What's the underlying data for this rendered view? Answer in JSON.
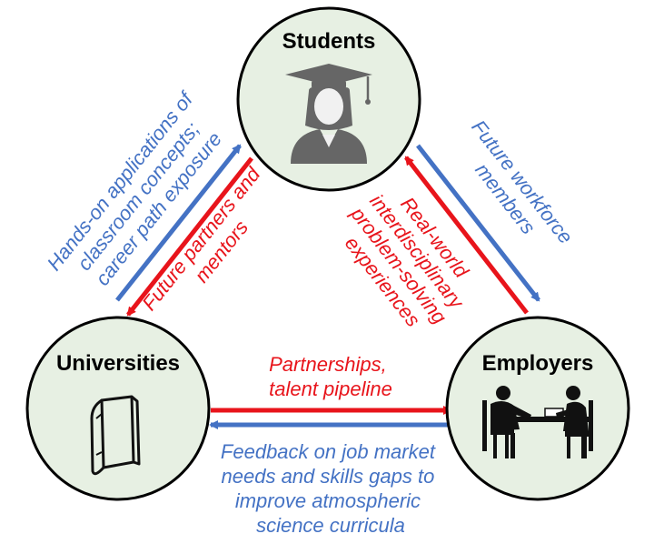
{
  "nodes": {
    "students": {
      "title": "Students",
      "icon": "graduate-icon"
    },
    "universities": {
      "title": "Universities",
      "icon": "book-icon"
    },
    "employers": {
      "title": "Employers",
      "icon": "meeting-icon"
    }
  },
  "colors": {
    "blue": "#4472C4",
    "red": "#E8141B",
    "circle_fill": "#e7f0e3",
    "circle_stroke": "#000000"
  },
  "labels": {
    "left_blue": [
      "Hands-on applications of",
      "classroom concepts;",
      "career path exposure"
    ],
    "left_red": [
      "Future partners and",
      "mentors"
    ],
    "right_blue": [
      "Future workforce",
      "members"
    ],
    "right_red": [
      "Real-world",
      "interdisciplinary",
      "problem-solving",
      "experiences"
    ],
    "bottom_red": [
      "Partnerships,",
      "talent pipeline"
    ],
    "bottom_blue": [
      "Feedback on job market",
      "needs and skills gaps to",
      "improve atmospheric",
      "science curricula"
    ]
  }
}
